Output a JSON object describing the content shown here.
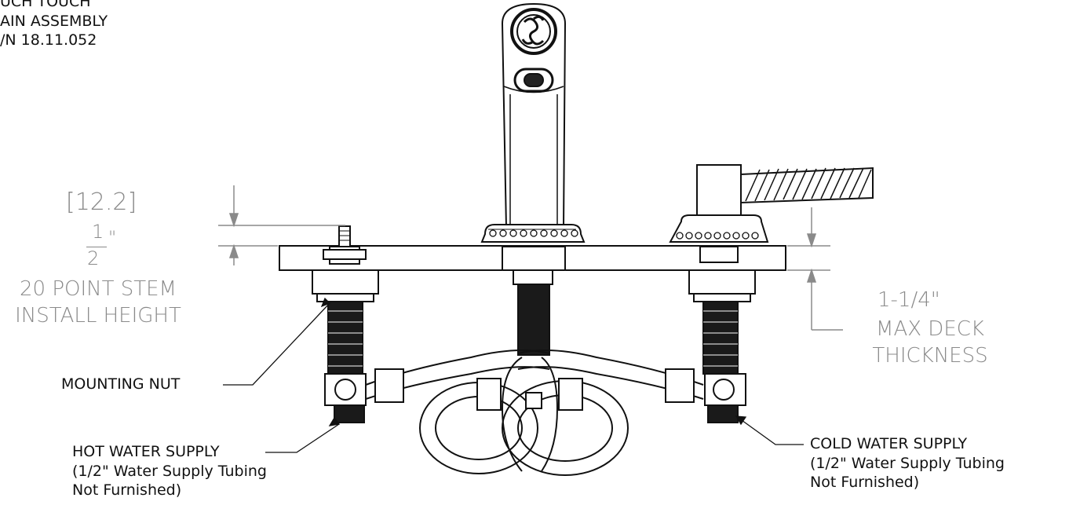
{
  "top_left_note": [
    "UCH TOUCH",
    "AIN ASSEMBLY",
    "/N 18.11.052"
  ],
  "stem": {
    "metric": "[12.2]",
    "fraction_num": "1",
    "fraction_den": "2",
    "inch_mark": "\"",
    "line1": "20 POINT STEM",
    "line2": "INSTALL HEIGHT"
  },
  "deck": {
    "value": "1-1/4\"",
    "line1": "MAX DECK",
    "line2": "THICKNESS"
  },
  "mounting_nut": "MOUNTING NUT",
  "hot": [
    "HOT WATER SUPPLY",
    "(1/2\" Water Supply Tubing",
    "Not Furnished)"
  ],
  "cold": [
    "COLD WATER SUPPLY",
    "(1/2\" Water Supply Tubing",
    "Not Furnished)"
  ],
  "colors": {
    "line": "#111111",
    "dim": "#8a8a8a"
  }
}
